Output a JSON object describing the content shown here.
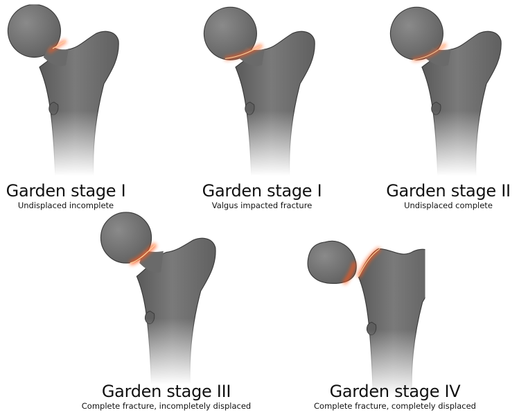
{
  "stages": [
    {
      "title": "Garden stage I",
      "subtitle": "Undisplaced incomplete"
    },
    {
      "title": "Garden stage I",
      "subtitle": "Valgus impacted fracture"
    },
    {
      "title": "Garden stage II",
      "subtitle": "Undisplaced complete"
    },
    {
      "title": "Garden stage III",
      "subtitle": "Complete fracture, incompletely displaced"
    },
    {
      "title": "Garden stage IV",
      "subtitle": "Complete fracture, completely displaced"
    }
  ],
  "colors": {
    "bone": "#6e6e6e",
    "bone_outline": "#3a3a3a",
    "fracture_glow": "#ff5a1f",
    "fracture_line": "#ffd2a0",
    "text": "#111111",
    "background": "#ffffff"
  }
}
